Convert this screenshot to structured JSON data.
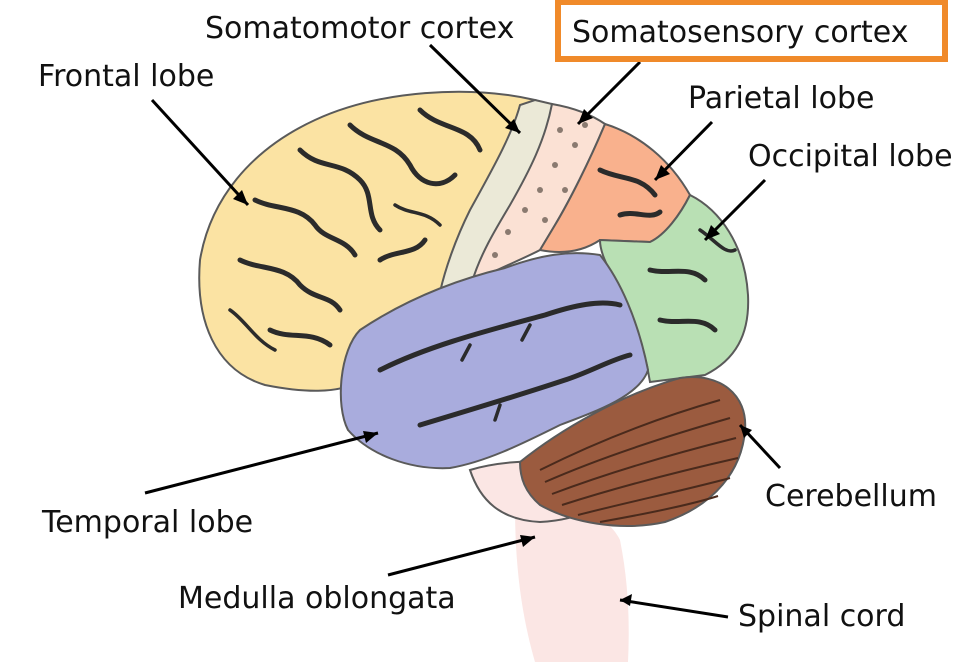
{
  "labels": {
    "somatomotor_cortex": "Somatomotor cortex",
    "somatosensory_cortex": "Somatosensory cortex",
    "frontal_lobe": "Frontal lobe",
    "parietal_lobe": "Parietal lobe",
    "occipital_lobe": "Occipital lobe",
    "temporal_lobe": "Temporal lobe",
    "cerebellum": "Cerebellum",
    "medulla_oblongata": "Medulla oblongata",
    "spinal_cord": "Spinal cord"
  },
  "highlight": {
    "target": "somatosensory_cortex",
    "color": "#f08a2a"
  },
  "colors": {
    "frontal_lobe": "#fbe3a3",
    "somatomotor_cortex": "#ebe9d7",
    "somatosensory_cortex": "#fbe1d4",
    "parietal_lobe": "#f9b18d",
    "occipital_lobe": "#b9e0b4",
    "temporal_lobe": "#a9acdd",
    "cerebellum": "#9b5b3f",
    "brainstem": "#fbe6e4"
  }
}
